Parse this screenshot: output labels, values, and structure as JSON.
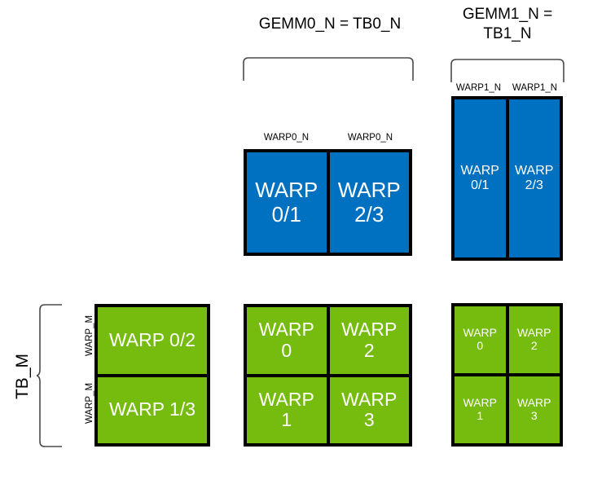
{
  "diagram": {
    "title_gemm0": "GEMM0_N = TB0_N",
    "title_gemm1": "GEMM1_N =\nTB1_N",
    "tb_m_label": "TB_M",
    "warp_m_label_top": "WARP_M",
    "warp_m_label_bottom": "WARP_M",
    "warp0_n_label_left": "WARP0_N",
    "warp0_n_label_right": "WARP0_N",
    "warp1_n_label_left": "WARP1_N",
    "warp1_n_label_right": "WARP1_N",
    "colors": {
      "blue": "#0070C0",
      "green": "#76BC0F",
      "border": "#000000",
      "text_on_block": "#FFFFFF",
      "background": "#FFFFFF"
    },
    "blocks": {
      "gemm0_top_blue": {
        "name": "GEMM0 output warp tiles (blue)",
        "cells": [
          "WARP\n0/1",
          "WARP\n2/3"
        ]
      },
      "gemm1_top_blue": {
        "name": "GEMM1 output warp tiles (blue)",
        "cells": [
          "WARP\n0/1",
          "WARP\n2/3"
        ]
      },
      "left_green": {
        "name": "TB_M row tiles (green)",
        "cells": [
          "WARP 0/2",
          "WARP 1/3"
        ]
      },
      "middle_green": {
        "name": "GEMM0 warp grid (green)",
        "rows": [
          [
            "WARP\n0",
            "WARP\n2"
          ],
          [
            "WARP\n1",
            "WARP\n3"
          ]
        ]
      },
      "right_green": {
        "name": "GEMM1 warp grid (green)",
        "rows": [
          [
            "WARP\n0",
            "WARP\n2"
          ],
          [
            "WARP\n1",
            "WARP\n3"
          ]
        ]
      }
    }
  }
}
